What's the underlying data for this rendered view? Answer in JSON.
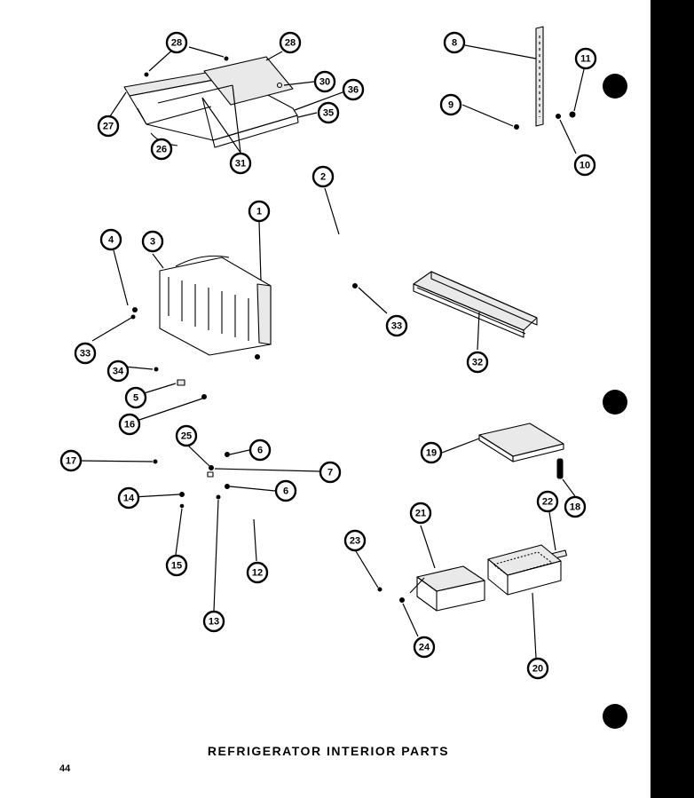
{
  "page": {
    "title": "REFRIGERATOR INTERIOR PARTS",
    "page_number": "44"
  },
  "callouts": [
    {
      "id": "c1",
      "label": "1"
    },
    {
      "id": "c2",
      "label": "2"
    },
    {
      "id": "c3",
      "label": "3"
    },
    {
      "id": "c4",
      "label": "4"
    },
    {
      "id": "c5",
      "label": "5"
    },
    {
      "id": "c6a",
      "label": "6"
    },
    {
      "id": "c6b",
      "label": "6"
    },
    {
      "id": "c7",
      "label": "7"
    },
    {
      "id": "c8",
      "label": "8"
    },
    {
      "id": "c9",
      "label": "9"
    },
    {
      "id": "c10",
      "label": "10"
    },
    {
      "id": "c11",
      "label": "11"
    },
    {
      "id": "c12",
      "label": "12"
    },
    {
      "id": "c13",
      "label": "13"
    },
    {
      "id": "c14",
      "label": "14"
    },
    {
      "id": "c15",
      "label": "15"
    },
    {
      "id": "c16",
      "label": "16"
    },
    {
      "id": "c17",
      "label": "17"
    },
    {
      "id": "c18",
      "label": "18"
    },
    {
      "id": "c19",
      "label": "19"
    },
    {
      "id": "c20",
      "label": "20"
    },
    {
      "id": "c21",
      "label": "21"
    },
    {
      "id": "c22",
      "label": "22"
    },
    {
      "id": "c23",
      "label": "23"
    },
    {
      "id": "c24",
      "label": "24"
    },
    {
      "id": "c25",
      "label": "25"
    },
    {
      "id": "c26",
      "label": "26"
    },
    {
      "id": "c27",
      "label": "27"
    },
    {
      "id": "c28a",
      "label": "28"
    },
    {
      "id": "c28b",
      "label": "28"
    },
    {
      "id": "c30",
      "label": "30"
    },
    {
      "id": "c31",
      "label": "31"
    },
    {
      "id": "c32",
      "label": "32"
    },
    {
      "id": "c33a",
      "label": "33"
    },
    {
      "id": "c33b",
      "label": "33"
    },
    {
      "id": "c34",
      "label": "34"
    },
    {
      "id": "c35",
      "label": "35"
    },
    {
      "id": "c36",
      "label": "36"
    }
  ]
}
